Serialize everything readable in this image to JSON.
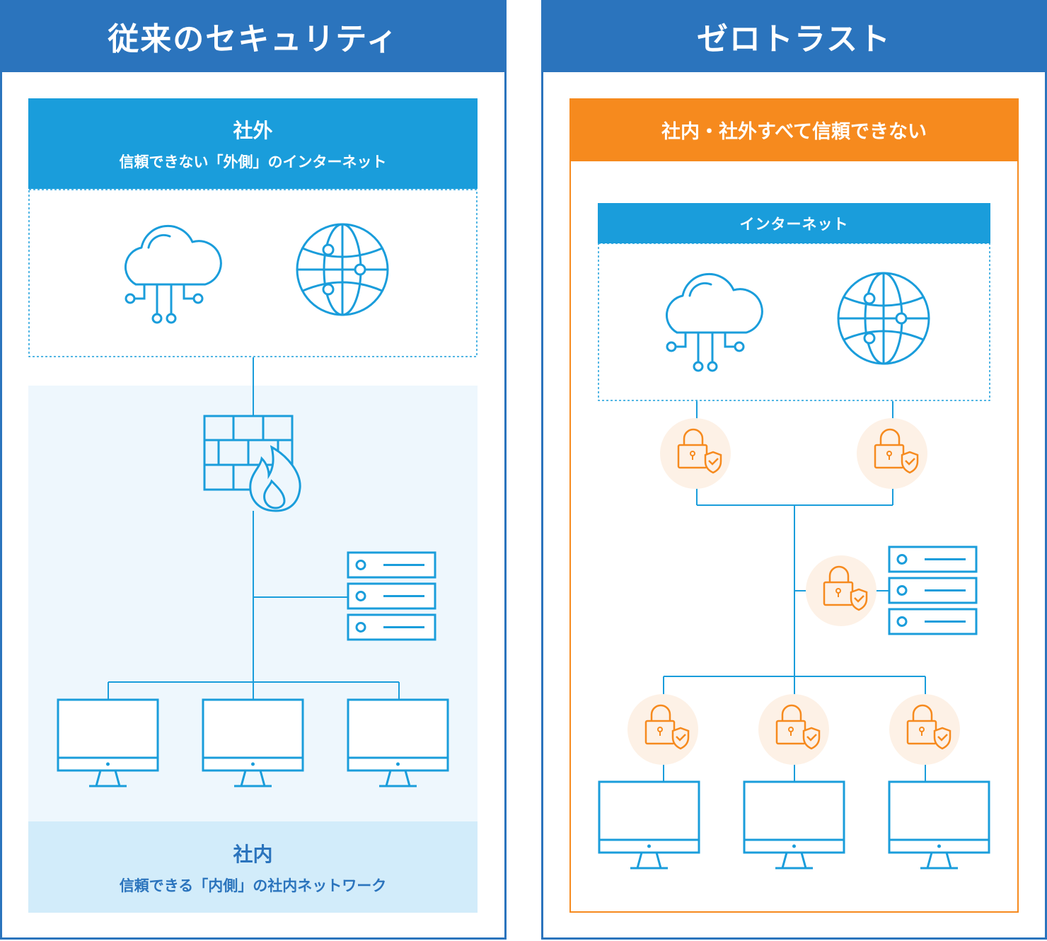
{
  "left": {
    "title": "従来のセキュリティ",
    "outside": {
      "title": "社外",
      "subtitle": "信頼できない「外側」のインターネット"
    },
    "inside": {
      "title": "社内",
      "subtitle": "信頼できる「内側」の社内ネットワーク"
    },
    "icons": [
      "cloud-network-icon",
      "globe-icon",
      "firewall-icon",
      "server-rack-icon",
      "monitor-icon",
      "monitor-icon",
      "monitor-icon"
    ]
  },
  "right": {
    "title": "ゼロトラスト",
    "banner": "社内・社外すべて信頼できない",
    "internet": "インターネット",
    "icons": [
      "cloud-network-icon",
      "globe-icon",
      "lock-shield-icon",
      "lock-shield-icon",
      "lock-shield-icon",
      "server-rack-icon",
      "lock-shield-icon",
      "lock-shield-icon",
      "lock-shield-icon",
      "monitor-icon",
      "monitor-icon",
      "monitor-icon"
    ]
  },
  "colors": {
    "blue": "#2b74bd",
    "cyan": "#1a9ddb",
    "orange": "#f68a1e",
    "lightBlue": "#eef7fd",
    "paleBlue": "#d2ecfa",
    "peach": "#fdf1e6"
  }
}
